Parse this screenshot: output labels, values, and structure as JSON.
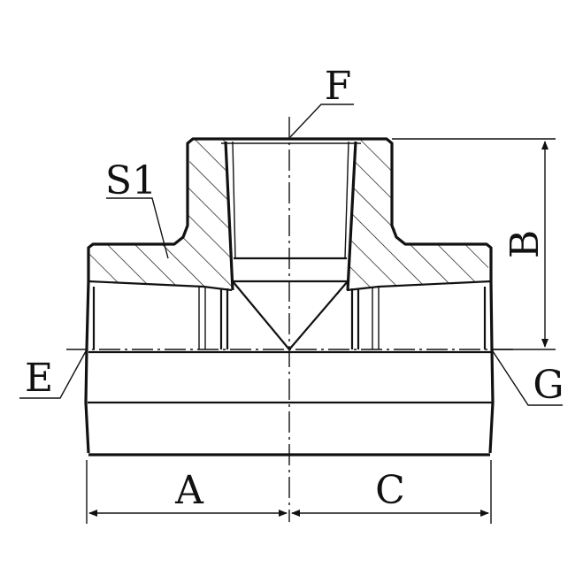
{
  "drawing": {
    "labels": {
      "F": "F",
      "S1": "S1",
      "B": "B",
      "E": "E",
      "G": "G",
      "A": "A",
      "C": "C"
    }
  }
}
